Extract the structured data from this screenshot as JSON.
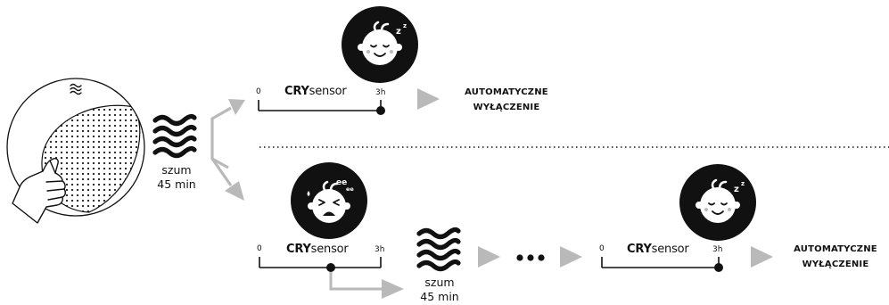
{
  "noise_label": "szum",
  "noise_duration": "45 min",
  "sensor_prefix": "CRY",
  "sensor_suffix": "sensor",
  "scale_start": "0",
  "scale_end": "3h",
  "off_line1": "AUTOMATYCZNE",
  "off_line2": "WYŁĄCZENIE",
  "cry_sound": "ee",
  "sleep_sound": "z",
  "colors": {
    "ink": "#111111",
    "arrow_gray": "#b9b9b9",
    "dots": "#222222"
  },
  "icons": {
    "device": "speaker-device-icon",
    "hand": "pointing-hand-icon",
    "waves": "sound-waves-icon",
    "sleeping": "sleeping-baby-icon",
    "crying": "crying-baby-icon",
    "play": "play-arrow-icon"
  }
}
